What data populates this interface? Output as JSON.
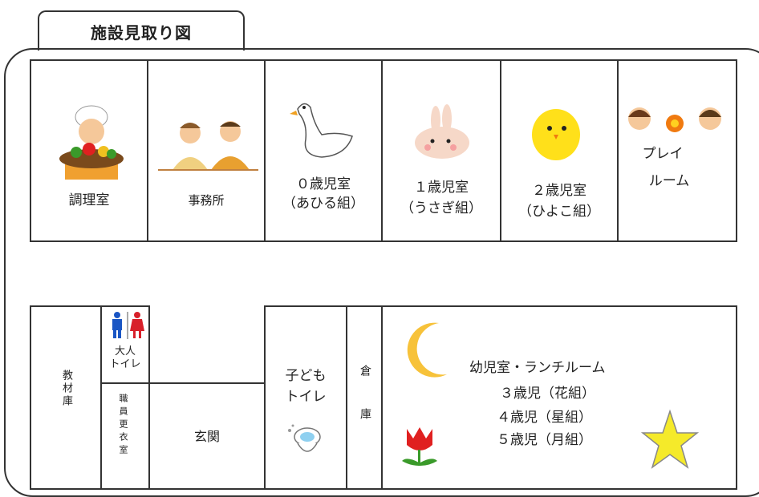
{
  "title": "施設見取り図",
  "rooms": {
    "kitchen": "調理室",
    "office": "事務所",
    "age0": {
      "name": "０歳児室",
      "group": "（あひる組）"
    },
    "age1": {
      "name": "１歳児室",
      "group": "（うさぎ組）"
    },
    "age2": {
      "name": "２歳児室",
      "group": "（ひよこ組）"
    },
    "playroom": [
      "プレイ",
      "ルーム"
    ],
    "materials": "教材庫",
    "adult_toilet": [
      "大人",
      "トイレ"
    ],
    "staff_locker": "職員更衣室",
    "entrance": "玄関",
    "kids_toilet": [
      "子ども",
      "トイレ"
    ],
    "storage": "倉庫",
    "preschool": {
      "name": "幼児室・ランチルーム",
      "groups": [
        "３歳児（花組）",
        "４歳児（星組）",
        "５歳児（月組）"
      ]
    }
  },
  "colors": {
    "line": "#333333",
    "moon": "#f7c23a",
    "star": "#f5ea2a",
    "tulip": "#e02020",
    "chick": "#ffe01a",
    "toilet_male": "#1a56c4",
    "toilet_female": "#d8202a"
  },
  "icons": [
    "chef-icon",
    "office-people-icon",
    "duck-icon",
    "rabbit-icon",
    "chick-icon",
    "children-icon",
    "restroom-icon",
    "toilet-icon",
    "moon-icon",
    "tulip-icon",
    "star-icon"
  ]
}
